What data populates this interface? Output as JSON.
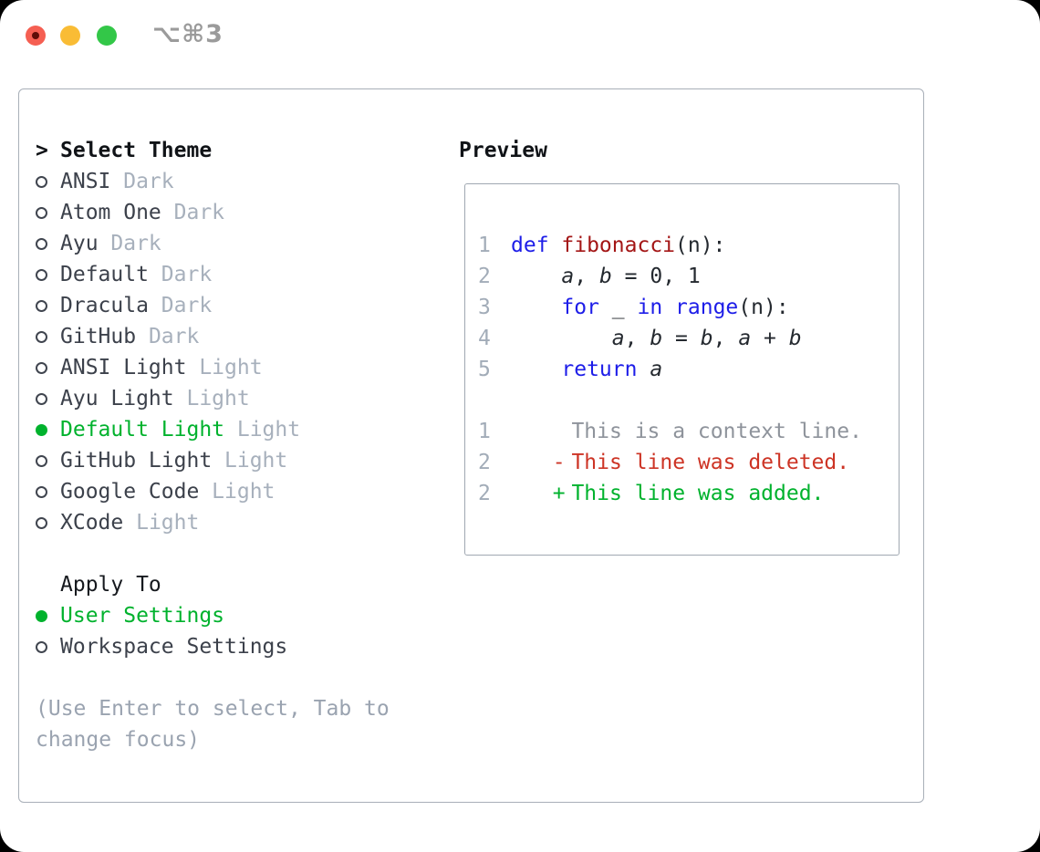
{
  "window": {
    "shortcut": "⌥⌘3"
  },
  "colors": {
    "accent_green": "#00b22d",
    "keyword_blue": "#1d1de8",
    "function_red": "#a31515",
    "deleted_red": "#cd3425",
    "added_green": "#00b22d",
    "muted_gray": "#a7b0bc",
    "traffic_red": "#f55f52",
    "traffic_yellow": "#f9bc35",
    "traffic_green": "#33c748"
  },
  "panel": {
    "prompt": ">",
    "title": "Select Theme",
    "themes": [
      {
        "name": "ANSI",
        "variant": "Dark",
        "selected": false
      },
      {
        "name": "Atom One",
        "variant": "Dark",
        "selected": false
      },
      {
        "name": "Ayu",
        "variant": "Dark",
        "selected": false
      },
      {
        "name": "Default",
        "variant": "Dark",
        "selected": false
      },
      {
        "name": "Dracula",
        "variant": "Dark",
        "selected": false
      },
      {
        "name": "GitHub",
        "variant": "Dark",
        "selected": false
      },
      {
        "name": "ANSI Light",
        "variant": "Light",
        "selected": false
      },
      {
        "name": "Ayu Light",
        "variant": "Light",
        "selected": false
      },
      {
        "name": "Default Light",
        "variant": "Light",
        "selected": true
      },
      {
        "name": "GitHub Light",
        "variant": "Light",
        "selected": false
      },
      {
        "name": "Google Code",
        "variant": "Light",
        "selected": false
      },
      {
        "name": "XCode",
        "variant": "Light",
        "selected": false
      }
    ],
    "apply_to": {
      "title": "Apply To",
      "options": [
        {
          "label": "User Settings",
          "selected": true
        },
        {
          "label": "Workspace Settings",
          "selected": false
        }
      ]
    },
    "help": "(Use Enter to select, Tab to change focus)"
  },
  "preview": {
    "title": "Preview",
    "code_lines": [
      {
        "no": "1",
        "tokens": [
          "def ",
          "fibonacci",
          "(n):"
        ]
      },
      {
        "no": "2",
        "tokens": [
          "    ",
          "a",
          ", ",
          "b",
          " = 0, 1"
        ]
      },
      {
        "no": "3",
        "tokens": [
          "    ",
          "for",
          " _ ",
          "in",
          " ",
          "range",
          "(n):"
        ]
      },
      {
        "no": "4",
        "tokens": [
          "        ",
          "a",
          ", ",
          "b",
          " = ",
          "b",
          ", ",
          "a",
          " + ",
          "b"
        ]
      },
      {
        "no": "5",
        "tokens": [
          "    ",
          "return",
          " ",
          "a"
        ]
      }
    ],
    "diff_lines": [
      {
        "no": "1",
        "marker": " ",
        "text": "This is a context line.",
        "type": "context"
      },
      {
        "no": "2",
        "marker": "-",
        "text": "This line was deleted.",
        "type": "deleted"
      },
      {
        "no": "2",
        "marker": "+",
        "text": "This line was added.",
        "type": "added"
      }
    ]
  }
}
